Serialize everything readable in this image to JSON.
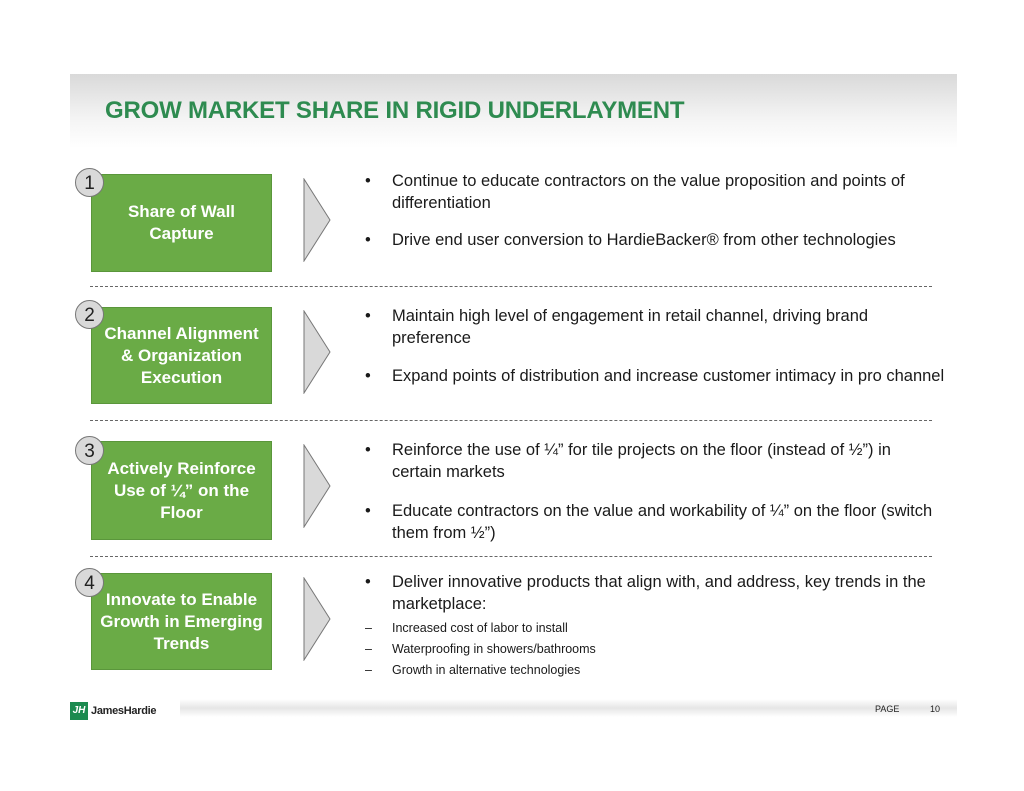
{
  "title": "GROW MARKET SHARE IN RIGID UNDERLAYMENT",
  "sections": [
    {
      "number": "1",
      "label": "Share of Wall Capture",
      "bullets": [
        "Continue to educate contractors on the value proposition and points of differentiation",
        "Drive end user conversion to HardieBacker® from other technologies"
      ]
    },
    {
      "number": "2",
      "label": "Channel Alignment & Organization Execution",
      "bullets": [
        "Maintain high level of engagement in retail channel, driving brand preference",
        "Expand points of distribution and increase customer intimacy in pro channel"
      ]
    },
    {
      "number": "3",
      "label": "Actively Reinforce Use of ¼” on the Floor",
      "bullets": [
        "Reinforce the use of ¼” for tile projects on the floor (instead of ½”) in certain markets",
        "Educate contractors on the value and workability of ¼” on the floor (switch them from ½”)"
      ]
    },
    {
      "number": "4",
      "label": "Innovate to Enable Growth in Emerging Trends",
      "bullets": [
        "Deliver innovative products that align with, and address, key trends in the marketplace:"
      ],
      "sub_bullets": [
        "Increased cost of labor to install",
        "Waterproofing in showers/bathrooms",
        "Growth in alternative technologies"
      ]
    }
  ],
  "bullet_symbol": "•",
  "dash_symbol": "–",
  "footer": {
    "logo_text": "JamesHardie",
    "page_label": "PAGE",
    "page_number": "10"
  },
  "colors": {
    "title": "#2e8b50",
    "box": "#6aab46"
  }
}
